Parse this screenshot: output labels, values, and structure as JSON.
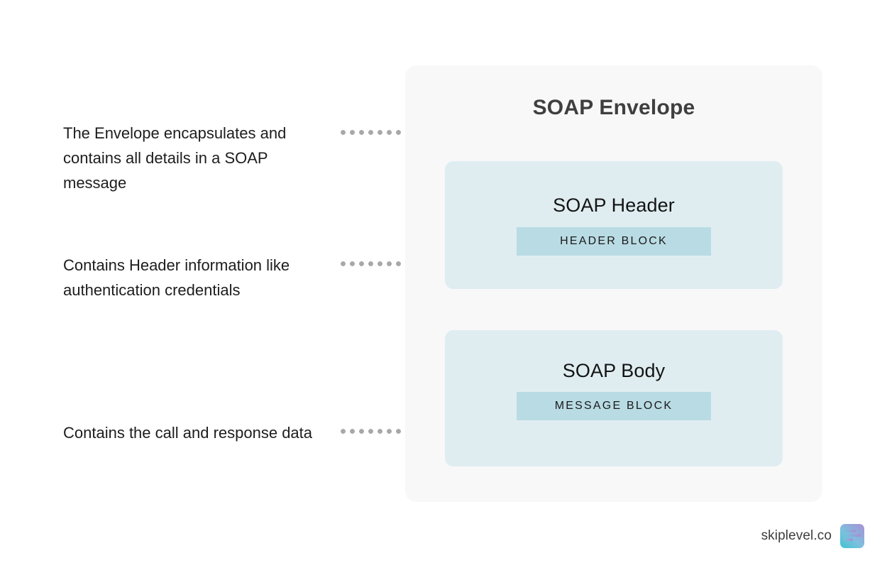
{
  "diagram": {
    "envelope": {
      "title": "SOAP Envelope",
      "sections": [
        {
          "title": "SOAP Header",
          "badge": "HEADER BLOCK"
        },
        {
          "title": "SOAP Body",
          "badge": "MESSAGE BLOCK"
        }
      ]
    },
    "annotations": [
      "The Envelope encapsulates and contains all details in a SOAP message",
      "Contains Header information like authentication credentials",
      "Contains the call and response data"
    ]
  },
  "footer": {
    "brand_name": "skiplevel.co",
    "logo_icon": "skiplevel-logo-icon"
  },
  "colors": {
    "envelope_bg": "#f8f8f8",
    "section_bg": "#dfedf1",
    "badge_bg": "#b9dbe4",
    "connector": "#a8a8a8",
    "title_text": "#3f3f3f",
    "body_text": "#1d1d1d"
  }
}
